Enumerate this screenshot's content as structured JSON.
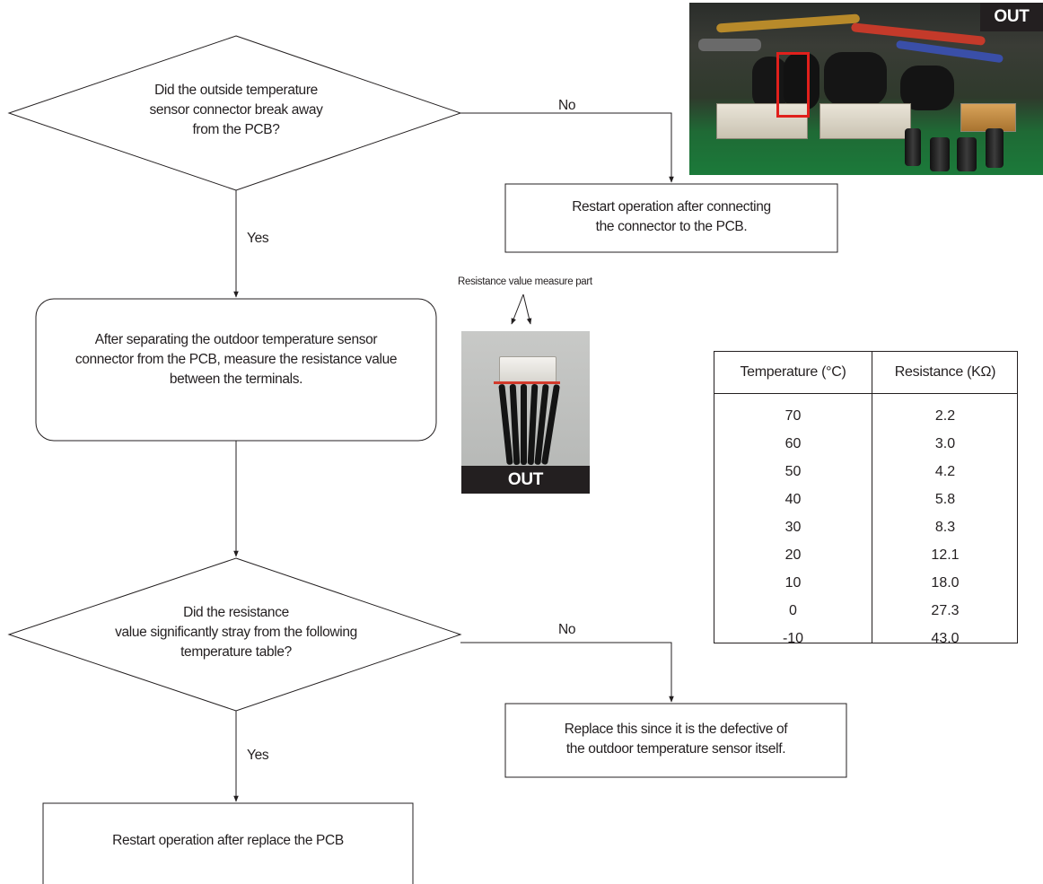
{
  "flow": {
    "decision1": "Did the outside temperature\nsensor connector break away\nfrom the PCB?",
    "action_connect": "Restart operation after connecting\nthe connector to the PCB.",
    "action_measure": "After separating the outdoor temperature sensor\nconnector from the PCB, measure the resistance value\nbetween the terminals.",
    "decision2": "Did the resistance\nvalue significantly stray from the following\ntemperature table?",
    "action_replace_sensor": "Replace this since it is the defective of\nthe outdoor temperature sensor itself.",
    "action_replace_pcb": "Restart operation after replace the PCB",
    "label_no_1": "No",
    "label_yes_1": "Yes",
    "label_no_2": "No",
    "label_yes_2": "Yes"
  },
  "photos": {
    "pcb_tag": "OUT",
    "connector_tag": "OUT",
    "connector_caption": "Resistance value measure part"
  },
  "table": {
    "headers": [
      "Temperature (°C)",
      "Resistance (KΩ)"
    ],
    "rows": [
      [
        "70",
        "2.2"
      ],
      [
        "60",
        "3.0"
      ],
      [
        "50",
        "4.2"
      ],
      [
        "40",
        "5.8"
      ],
      [
        "30",
        "8.3"
      ],
      [
        "20",
        "12.1"
      ],
      [
        "10",
        "18.0"
      ],
      [
        "0",
        "27.3"
      ],
      [
        "-10",
        "43.0"
      ]
    ]
  },
  "colors": {
    "line": "#231f20",
    "highlight_box": "#e0201c"
  }
}
